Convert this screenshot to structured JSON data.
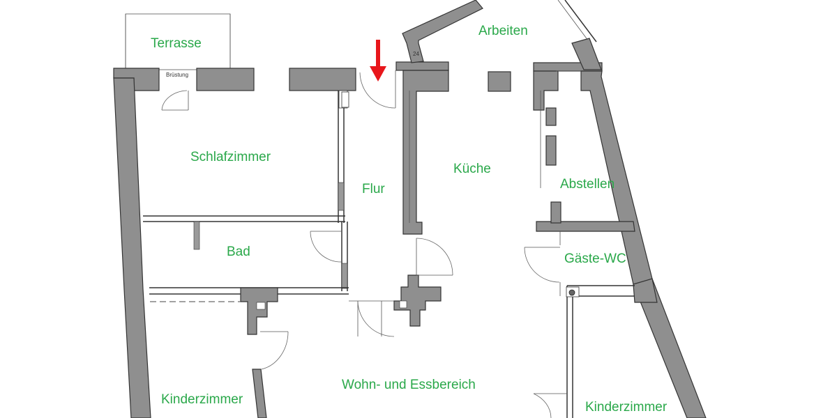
{
  "plan": {
    "rooms": [
      {
        "key": "terrasse",
        "label": "Terrasse"
      },
      {
        "key": "arbeiten",
        "label": "Arbeiten"
      },
      {
        "key": "schlafzimmer",
        "label": "Schlafzimmer"
      },
      {
        "key": "kueche",
        "label": "Küche"
      },
      {
        "key": "flur",
        "label": "Flur"
      },
      {
        "key": "abstellen",
        "label": "Abstellen"
      },
      {
        "key": "bad",
        "label": "Bad"
      },
      {
        "key": "gaeste_wc",
        "label": "Gäste-WC"
      },
      {
        "key": "wohn_essbereich",
        "label": "Wohn- und Essbereich"
      },
      {
        "key": "kinderzimmer_1",
        "label": "Kinderzimmer"
      },
      {
        "key": "kinderzimmer_2",
        "label": "Kinderzimmer"
      }
    ],
    "annotations": {
      "step_number": "24",
      "window_note": "Brüstung"
    },
    "colors": {
      "label": "#2aa84a",
      "wall_fill": "#8f8f8f",
      "entrance_arrow": "#e8161b"
    },
    "entrance_marker": "entrance-arrow-icon"
  }
}
